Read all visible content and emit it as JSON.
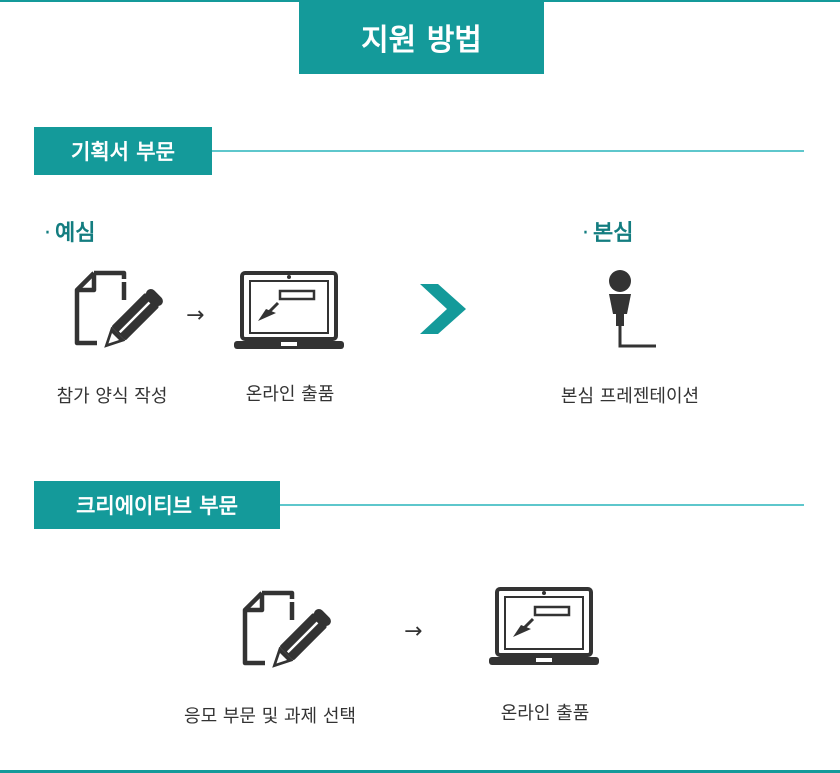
{
  "title": "지원 방법",
  "sections": {
    "planning": {
      "label": "기획서 부문",
      "preliminary": {
        "label": "예심",
        "bullet": "·",
        "steps": [
          "참가 양식 작성",
          "온라인 출품"
        ],
        "arrow": "→"
      },
      "final": {
        "label": "본심",
        "bullet": "·",
        "step": "본심 프레젠테이션"
      }
    },
    "creative": {
      "label": "크리에이티브 부문",
      "steps": [
        "응모 부문 및 과제 선택",
        "온라인 출품"
      ],
      "arrow": "→"
    }
  },
  "icons": {
    "document": "document-pencil-icon",
    "laptop": "laptop-icon",
    "chevron": "chevron-right-icon",
    "microphone": "microphone-icon"
  },
  "colors": {
    "accent": "#149a9a",
    "line": "#5ec7cc",
    "stage_text": "#137d80",
    "icon": "#333333"
  }
}
